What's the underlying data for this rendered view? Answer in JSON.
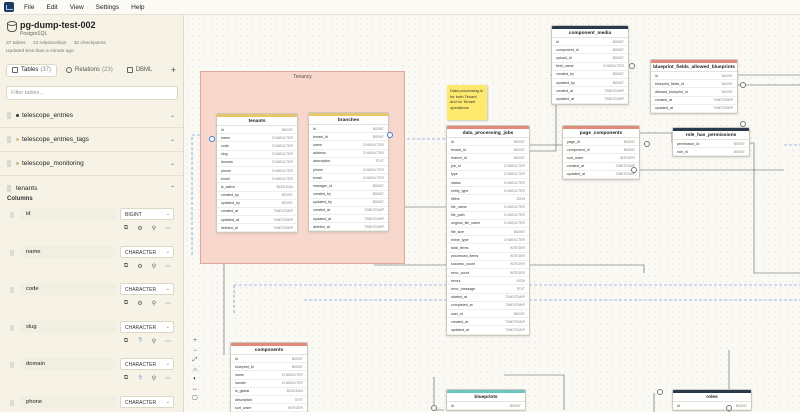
{
  "menubar": {
    "items": [
      "File",
      "Edit",
      "View",
      "Settings",
      "Help"
    ]
  },
  "project": {
    "name": "pg-dump-test-002",
    "db": "PostgreSQL",
    "stats": [
      "37 tables",
      "23 relationships",
      "30 checkpoints"
    ],
    "updated": "Updated less than a minute ago"
  },
  "tabs": [
    {
      "label": "Tables",
      "count": "(37)"
    },
    {
      "label": "Relations",
      "count": "(23)"
    },
    {
      "label": "DBML",
      "count": ""
    }
  ],
  "filter_placeholder": "Filter tables...",
  "table_list": [
    {
      "name": "telescope_entries",
      "color": "#333333",
      "chevron": "⌄"
    },
    {
      "name": "telescope_entries_tags",
      "color": "#d6c27a",
      "chevron": "⌄"
    },
    {
      "name": "telescope_monitoring",
      "color": "#c9b98a",
      "chevron": "⌄"
    },
    {
      "name": "tenants",
      "color": "",
      "chevron": "⌃"
    }
  ],
  "columns_header": "Columns",
  "columns": [
    {
      "name": "id",
      "type": "BIGINT"
    },
    {
      "name": "name",
      "type": "CHARACTER"
    },
    {
      "name": "code",
      "type": "CHARACTER"
    },
    {
      "name": "slug",
      "type": "CHARACTER"
    },
    {
      "name": "domain",
      "type": "CHARACTER"
    },
    {
      "name": "phone",
      "type": "CHARACTER"
    }
  ],
  "canvas": {
    "area_title": "Tenancy",
    "note_text": "Data processing is for both Tenant and no Tenant operations",
    "tables": [
      {
        "name": "tenants",
        "color": "#e8c46a",
        "rows": [
          [
            "id",
            "BIGINT"
          ],
          [
            "name",
            "CHARACTER"
          ],
          [
            "code",
            "CHARACTER"
          ],
          [
            "slug",
            "CHARACTER"
          ],
          [
            "domain",
            "CHARACTER"
          ],
          [
            "phone",
            "CHARACTER"
          ],
          [
            "email",
            "CHARACTER"
          ],
          [
            "is_active",
            "BOOLEAN"
          ],
          [
            "created_by",
            "BIGINT"
          ],
          [
            "updated_by",
            "BIGINT"
          ],
          [
            "created_at",
            "TIMESTAMP"
          ],
          [
            "updated_at",
            "TIMESTAMP"
          ],
          [
            "deleted_at",
            "TIMESTAMP"
          ]
        ]
      },
      {
        "name": "branches",
        "color": "#e8c46a",
        "rows": [
          [
            "id",
            "BIGINT"
          ],
          [
            "tenant_id",
            "BIGINT"
          ],
          [
            "name",
            "CHARACTER"
          ],
          [
            "address",
            "CHARACTER"
          ],
          [
            "description",
            "TEXT"
          ],
          [
            "phone",
            "CHARACTER"
          ],
          [
            "email",
            "CHARACTER"
          ],
          [
            "manager_id",
            "BIGINT"
          ],
          [
            "created_by",
            "BIGINT"
          ],
          [
            "updated_by",
            "BIGINT"
          ],
          [
            "created_at",
            "TIMESTAMP"
          ],
          [
            "updated_at",
            "TIMESTAMP"
          ],
          [
            "deleted_at",
            "TIMESTAMP"
          ]
        ]
      },
      {
        "name": "data_processing_jobs",
        "color": "#e08a7a",
        "rows": [
          [
            "id",
            "BIGINT"
          ],
          [
            "tenant_id",
            "BIGINT"
          ],
          [
            "branch_id",
            "BIGINT"
          ],
          [
            "job_id",
            "CHARACTER"
          ],
          [
            "type",
            "CHARACTER"
          ],
          [
            "status",
            "CHARACTER"
          ],
          [
            "entity_type",
            "CHARACTER"
          ],
          [
            "filters",
            "JSON"
          ],
          [
            "file_name",
            "CHARACTER"
          ],
          [
            "file_path",
            "CHARACTER"
          ],
          [
            "original_file_name",
            "CHARACTER"
          ],
          [
            "file_size",
            "BIGINT"
          ],
          [
            "mime_type",
            "CHARACTER"
          ],
          [
            "total_items",
            "INTEGER"
          ],
          [
            "processed_items",
            "INTEGER"
          ],
          [
            "success_count",
            "INTEGER"
          ],
          [
            "error_count",
            "INTEGER"
          ],
          [
            "errors",
            "JSON"
          ],
          [
            "error_message",
            "TEXT"
          ],
          [
            "started_at",
            "TIMESTAMP"
          ],
          [
            "completed_at",
            "TIMESTAMP"
          ],
          [
            "user_id",
            "BIGINT"
          ],
          [
            "created_at",
            "TIMESTAMP"
          ],
          [
            "updated_at",
            "TIMESTAMP"
          ]
        ]
      },
      {
        "name": "component_media",
        "color": "#2a3a4a",
        "rows": [
          [
            "id",
            "BIGINT"
          ],
          [
            "component_id",
            "BIGINT"
          ],
          [
            "upload_id",
            "BIGINT"
          ],
          [
            "field_name",
            "CHARACTER"
          ],
          [
            "created_by",
            "BIGINT"
          ],
          [
            "updated_by",
            "BIGINT"
          ],
          [
            "created_at",
            "TIMESTAMP"
          ],
          [
            "updated_at",
            "TIMESTAMP"
          ]
        ]
      },
      {
        "name": "page_components",
        "color": "#e08a7a",
        "rows": [
          [
            "page_id",
            "BIGINT"
          ],
          [
            "component_id",
            "BIGINT"
          ],
          [
            "sort_order",
            "INTEGER"
          ],
          [
            "created_at",
            "TIMESTAMP"
          ],
          [
            "updated_at",
            "TIMESTAMP"
          ]
        ]
      },
      {
        "name": "blueprint_fields_allowed_blueprints",
        "color": "#e08a7a",
        "rows": [
          [
            "id",
            "BIGINT"
          ],
          [
            "blueprint_fields_id",
            "BIGINT"
          ],
          [
            "allowed_blueprint_id",
            "BIGINT"
          ],
          [
            "created_at",
            "TIMESTAMP"
          ],
          [
            "updated_at",
            "TIMESTAMP"
          ]
        ]
      },
      {
        "name": "role_has_permissions",
        "color": "#2a3a4a",
        "rows": [
          [
            "permission_id",
            "BIGINT"
          ],
          [
            "role_id",
            "BIGINT"
          ]
        ]
      },
      {
        "name": "components",
        "color": "#e08a7a",
        "rows": [
          [
            "id",
            "BIGINT"
          ],
          [
            "blueprint_id",
            "BIGINT"
          ],
          [
            "name",
            "CHARACTER"
          ],
          [
            "handle",
            "CHARACTER"
          ],
          [
            "is_global",
            "BOOLEAN"
          ],
          [
            "description",
            "TEXT"
          ],
          [
            "sort_order",
            "INTEGER"
          ]
        ]
      },
      {
        "name": "blueprints",
        "color": "#6cc5c0",
        "rows": [
          [
            "id",
            "BIGINT"
          ]
        ]
      },
      {
        "name": "roles",
        "color": "#2a3a4a",
        "rows": [
          [
            "id",
            "BIGINT"
          ]
        ]
      }
    ]
  },
  "zoom_controls": [
    "+",
    "−",
    "⤢",
    "⌂",
    "◐",
    "↔",
    "▢"
  ],
  "icons": {
    "copy": "copy-icon",
    "settings": "gear-icon",
    "link": "link-icon",
    "more": "more-icon"
  }
}
